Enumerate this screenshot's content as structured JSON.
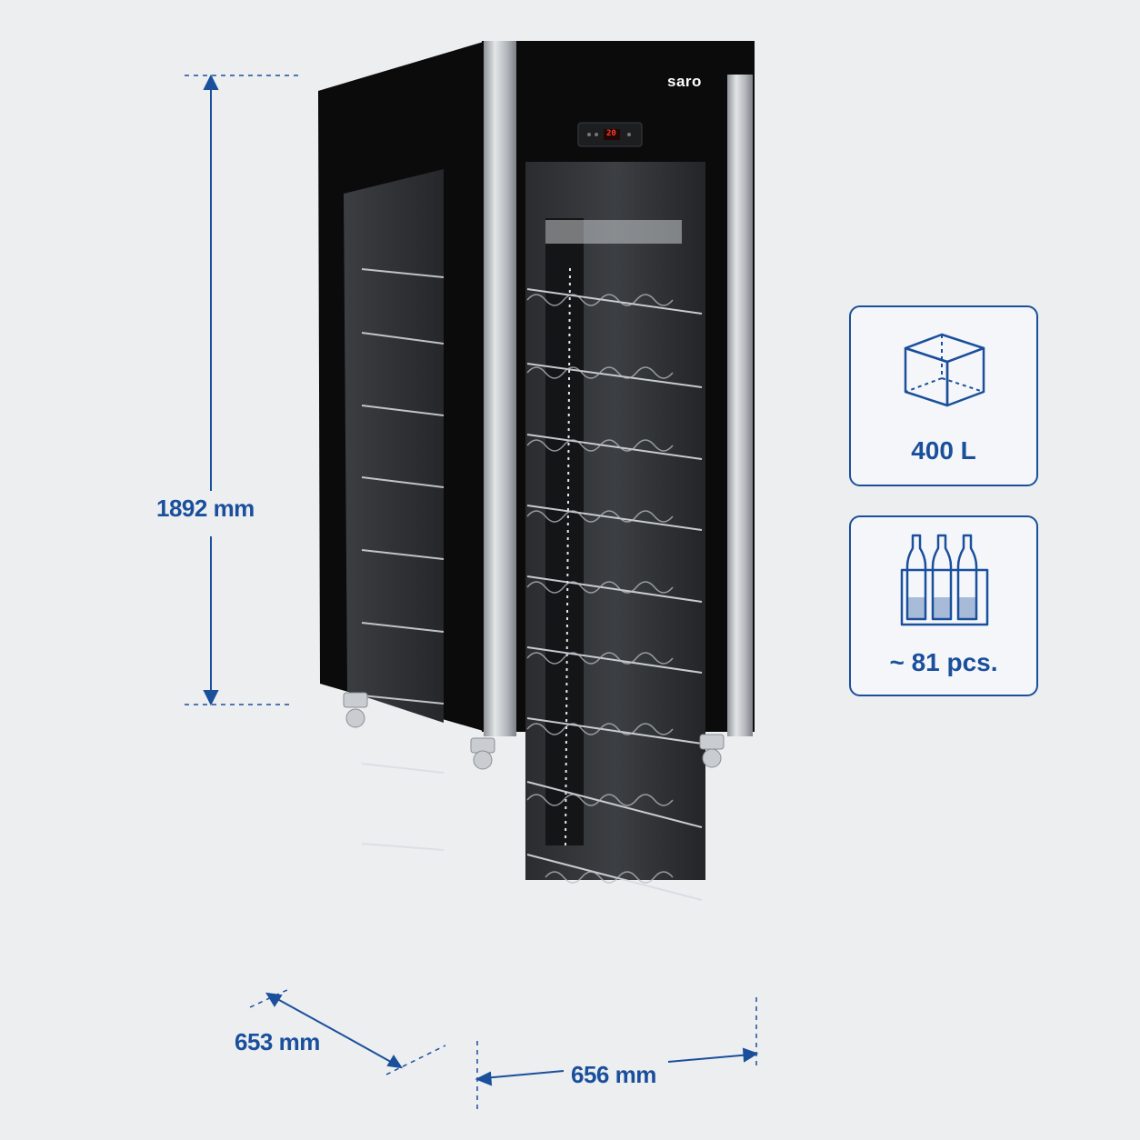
{
  "brand": {
    "logo_text": "saro"
  },
  "controller": {
    "display_value": "20"
  },
  "dimensions": {
    "height": "1892 mm",
    "depth": "653 mm",
    "width": "656 mm"
  },
  "specs": {
    "volume": {
      "icon": "cube-icon",
      "value": "400 L"
    },
    "bottle_capacity": {
      "icon": "wine-bottles-icon",
      "value": "~ 81 pcs."
    }
  },
  "colors": {
    "accent": "#1a4f9c",
    "background": "#eceef0",
    "cabinet": "#0b0b0c",
    "steel": "#c9ccd0"
  }
}
